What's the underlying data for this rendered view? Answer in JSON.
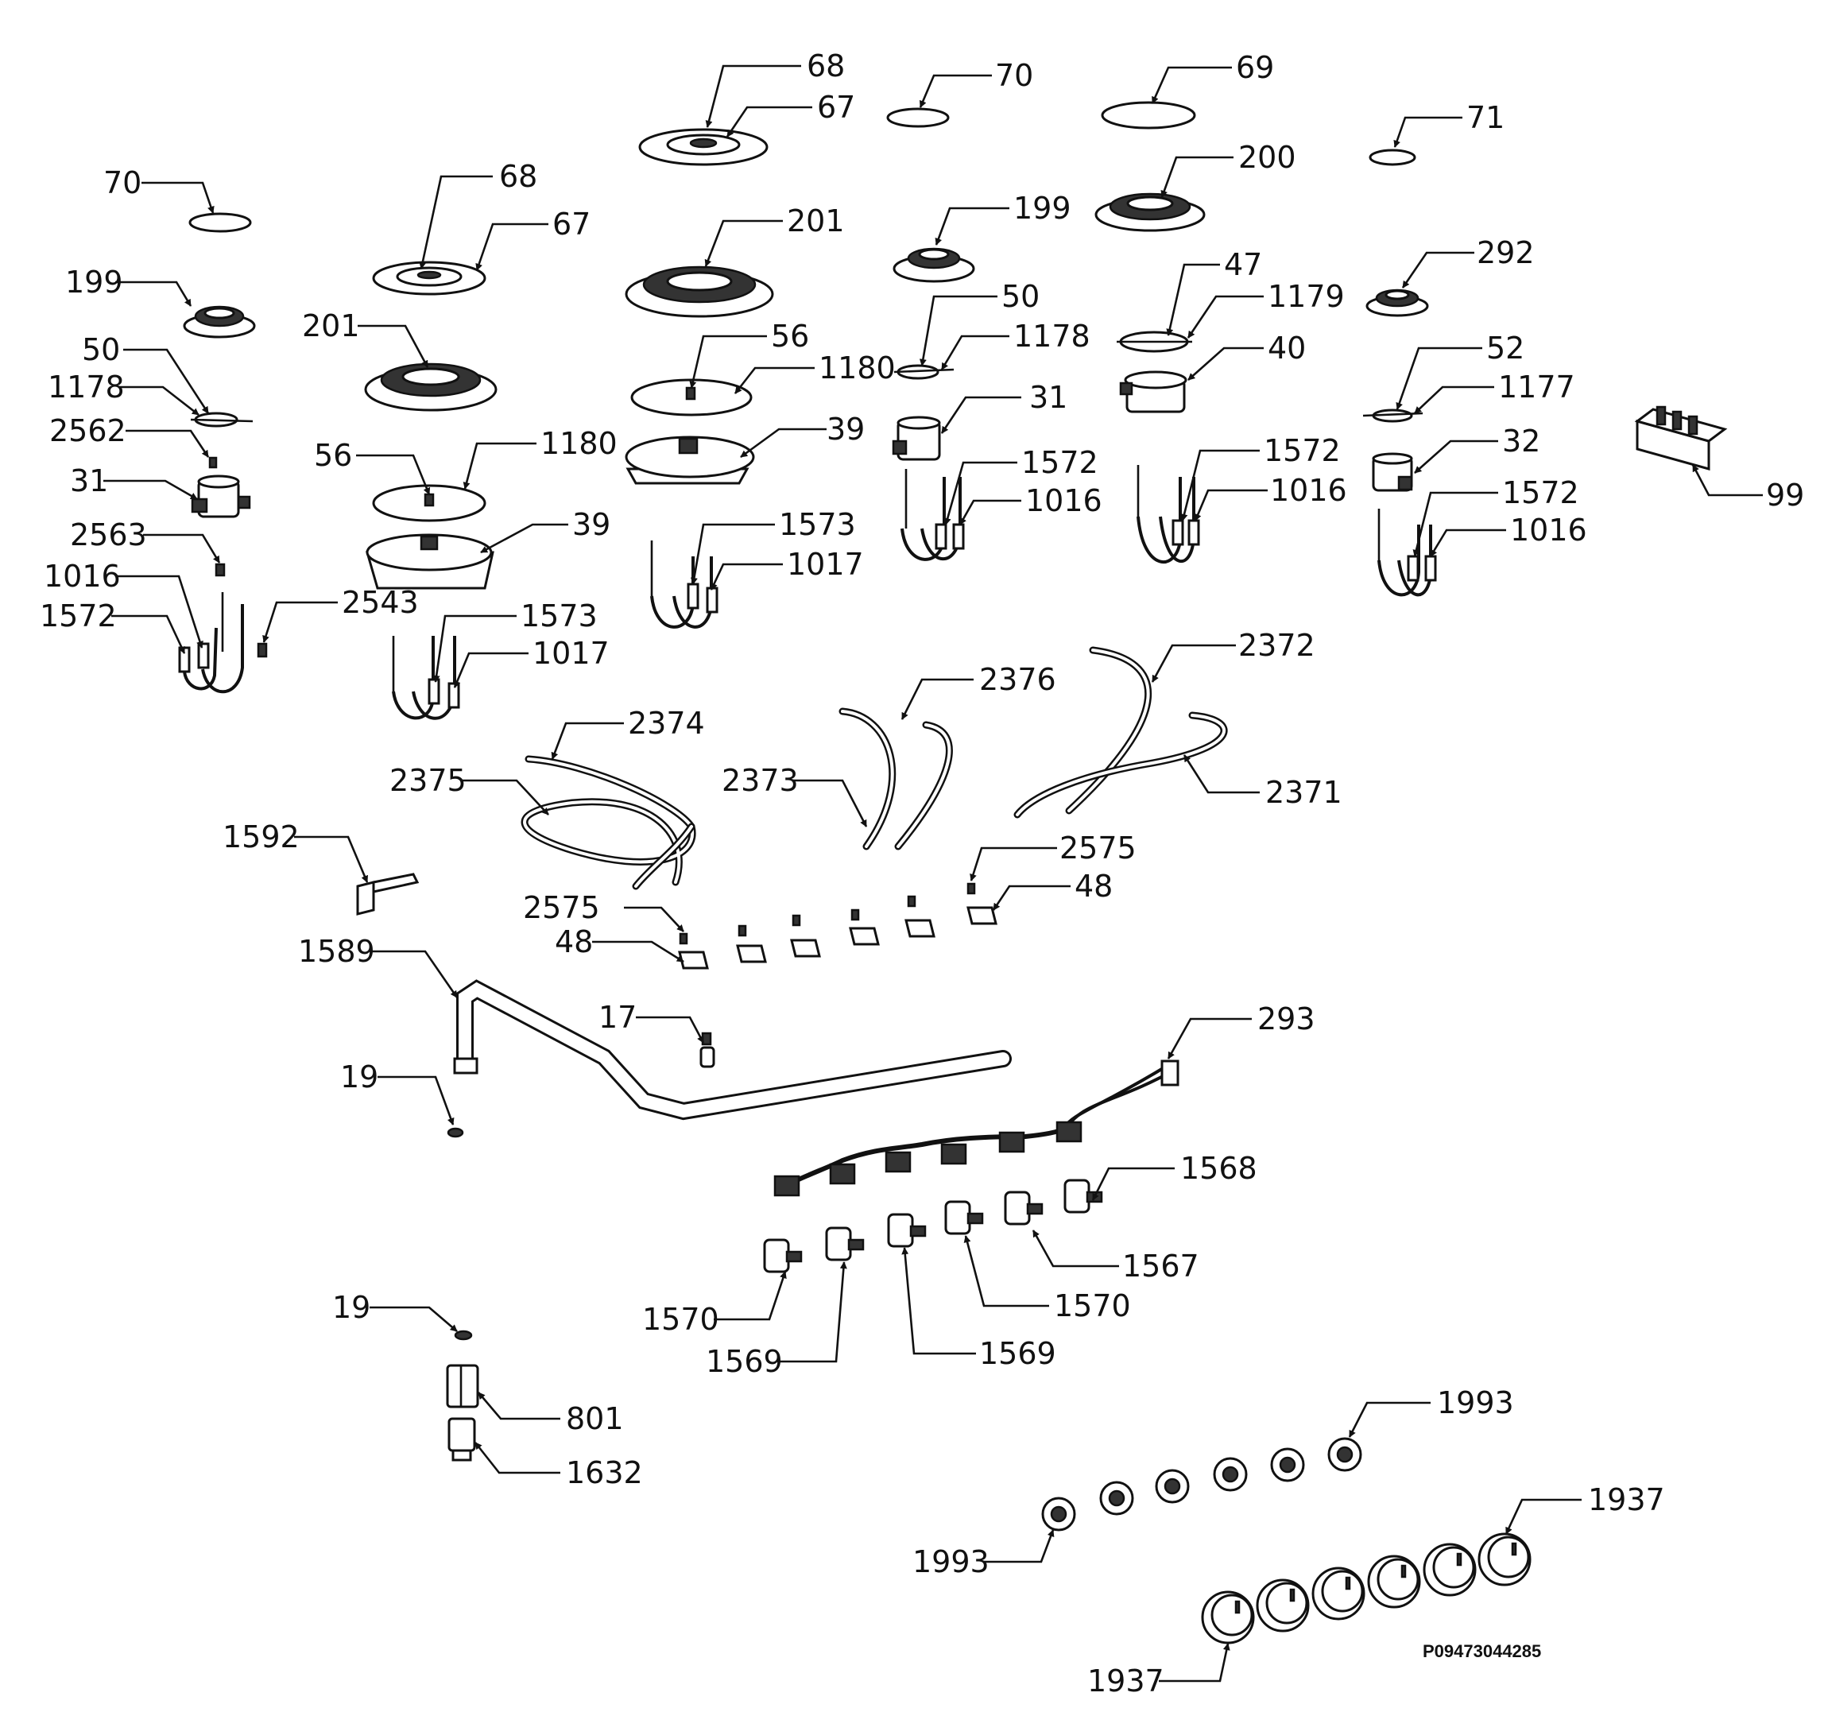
{
  "diagram": {
    "document_code": "P09473044285",
    "callouts": [
      {
        "id": "c01",
        "label": "70"
      },
      {
        "id": "c02",
        "label": "68"
      },
      {
        "id": "c03",
        "label": "67"
      },
      {
        "id": "c04",
        "label": "199"
      },
      {
        "id": "c05",
        "label": "201"
      },
      {
        "id": "c06",
        "label": "50"
      },
      {
        "id": "c07",
        "label": "1178"
      },
      {
        "id": "c08",
        "label": "2562"
      },
      {
        "id": "c09",
        "label": "31"
      },
      {
        "id": "c10",
        "label": "56"
      },
      {
        "id": "c11",
        "label": "1180"
      },
      {
        "id": "c12",
        "label": "39"
      },
      {
        "id": "c13",
        "label": "2563"
      },
      {
        "id": "c14",
        "label": "1016"
      },
      {
        "id": "c15",
        "label": "1572"
      },
      {
        "id": "c16",
        "label": "2543"
      },
      {
        "id": "c17",
        "label": "1573"
      },
      {
        "id": "c18",
        "label": "1017"
      },
      {
        "id": "c19",
        "label": "68"
      },
      {
        "id": "c20",
        "label": "67"
      },
      {
        "id": "c21",
        "label": "201"
      },
      {
        "id": "c22",
        "label": "56"
      },
      {
        "id": "c23",
        "label": "1180"
      },
      {
        "id": "c24",
        "label": "39"
      },
      {
        "id": "c25",
        "label": "1573"
      },
      {
        "id": "c26",
        "label": "1017"
      },
      {
        "id": "c27",
        "label": "70"
      },
      {
        "id": "c28",
        "label": "199"
      },
      {
        "id": "c29",
        "label": "50"
      },
      {
        "id": "c30",
        "label": "1178"
      },
      {
        "id": "c31",
        "label": "31"
      },
      {
        "id": "c32",
        "label": "1572"
      },
      {
        "id": "c33",
        "label": "1016"
      },
      {
        "id": "c34",
        "label": "69"
      },
      {
        "id": "c35",
        "label": "200"
      },
      {
        "id": "c36",
        "label": "47"
      },
      {
        "id": "c37",
        "label": "1179"
      },
      {
        "id": "c38",
        "label": "40"
      },
      {
        "id": "c39",
        "label": "1572"
      },
      {
        "id": "c40",
        "label": "1016"
      },
      {
        "id": "c41",
        "label": "71"
      },
      {
        "id": "c42",
        "label": "292"
      },
      {
        "id": "c43",
        "label": "52"
      },
      {
        "id": "c44",
        "label": "1177"
      },
      {
        "id": "c45",
        "label": "32"
      },
      {
        "id": "c46",
        "label": "1572"
      },
      {
        "id": "c47",
        "label": "1016"
      },
      {
        "id": "c48",
        "label": "99"
      },
      {
        "id": "c49",
        "label": "2372"
      },
      {
        "id": "c50",
        "label": "2376"
      },
      {
        "id": "c51",
        "label": "2374"
      },
      {
        "id": "c52",
        "label": "2375"
      },
      {
        "id": "c53",
        "label": "2373"
      },
      {
        "id": "c54",
        "label": "2371"
      },
      {
        "id": "c55",
        "label": "2575"
      },
      {
        "id": "c56",
        "label": "48"
      },
      {
        "id": "c57",
        "label": "2575"
      },
      {
        "id": "c58",
        "label": "48"
      },
      {
        "id": "c59",
        "label": "1592"
      },
      {
        "id": "c60",
        "label": "1589"
      },
      {
        "id": "c61",
        "label": "17"
      },
      {
        "id": "c62",
        "label": "19"
      },
      {
        "id": "c63",
        "label": "293"
      },
      {
        "id": "c64",
        "label": "1568"
      },
      {
        "id": "c65",
        "label": "1567"
      },
      {
        "id": "c66",
        "label": "1570"
      },
      {
        "id": "c67",
        "label": "1570"
      },
      {
        "id": "c68",
        "label": "1569"
      },
      {
        "id": "c69",
        "label": "1569"
      },
      {
        "id": "c70",
        "label": "19"
      },
      {
        "id": "c71",
        "label": "801"
      },
      {
        "id": "c72",
        "label": "1632"
      },
      {
        "id": "c73",
        "label": "1993"
      },
      {
        "id": "c74",
        "label": "1993"
      },
      {
        "id": "c75",
        "label": "1937"
      },
      {
        "id": "c76",
        "label": "1937"
      }
    ]
  }
}
